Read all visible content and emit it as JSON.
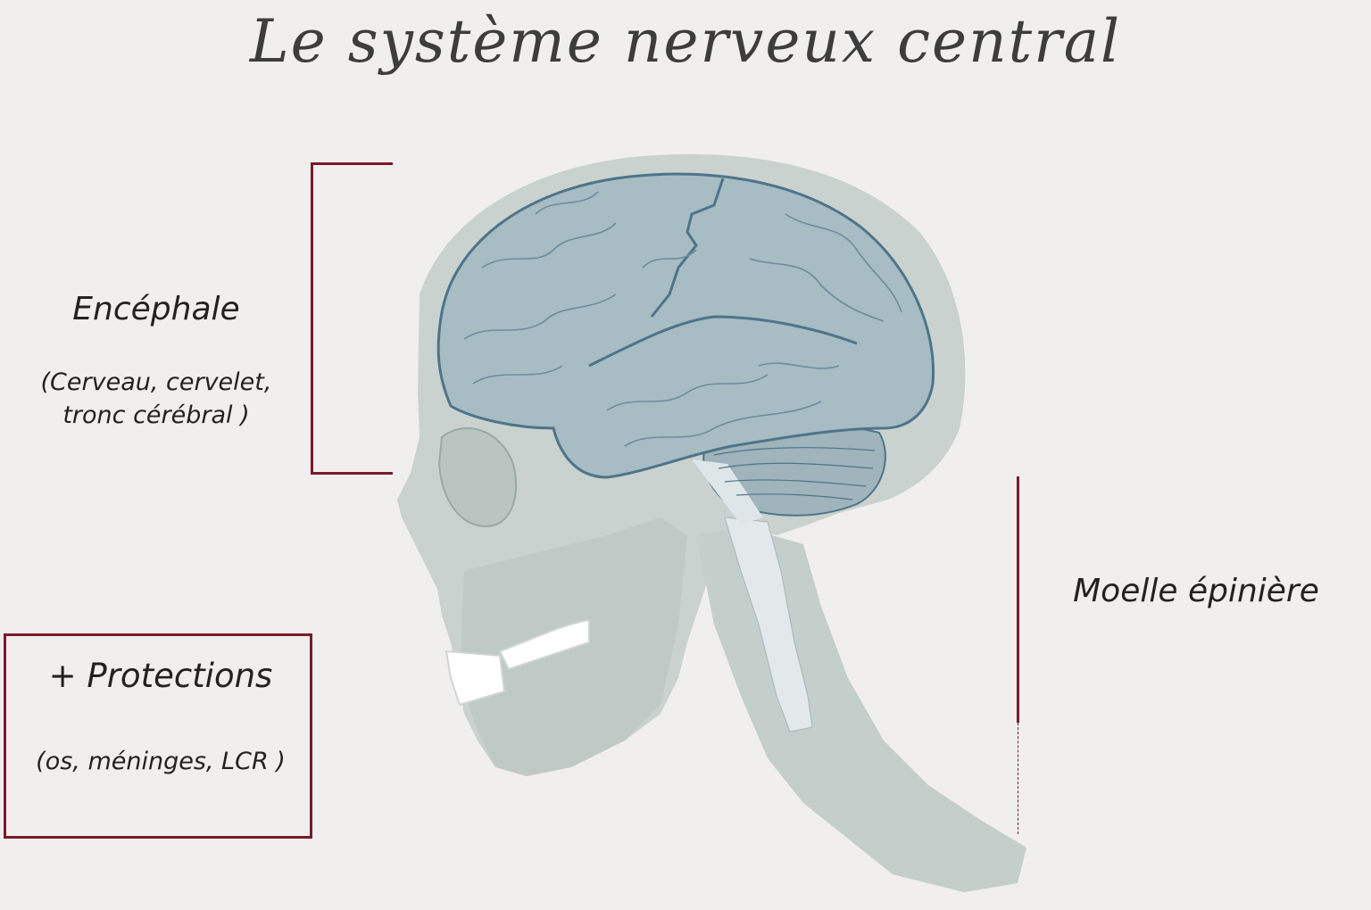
{
  "title": "Le système nerveux central",
  "encephale": {
    "title": "Encéphale",
    "subtitle_line1": "(Cerveau, cervelet,",
    "subtitle_line2": "tronc cérébral )"
  },
  "moelle": {
    "title": "Moelle épinière"
  },
  "protections": {
    "title": "+ Protections",
    "subtitle": "(os, méninges, LCR )"
  },
  "colors": {
    "background": "#f1efed",
    "accent": "#7a1a2c",
    "skull": "#c9d2cf",
    "brain": "#a7bcc3",
    "brain_lines": "#4f7489",
    "teeth": "#ffffff",
    "spinal_cord": "#e3e8ea"
  }
}
